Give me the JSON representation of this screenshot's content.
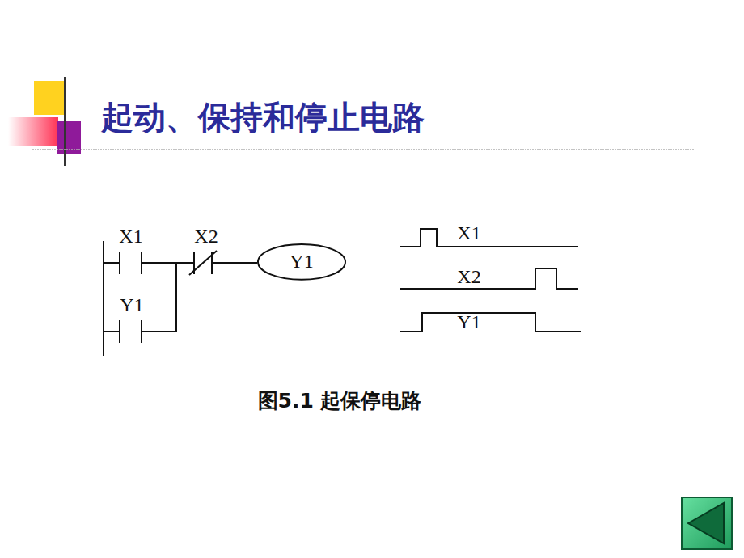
{
  "diagram": {
    "title": "起动、保持和停止电路",
    "caption": "图5.1 起保停电路",
    "nodes": [
      {
        "text": [
          "Y1"
        ]
      }
    ],
    "labels": [
      "X1",
      "X2",
      "Y1",
      "X1",
      "X2",
      "Y1"
    ]
  }
}
